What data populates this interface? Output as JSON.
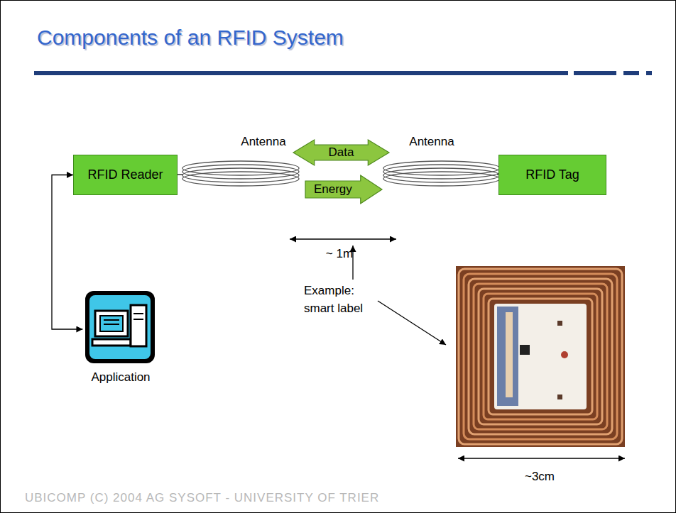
{
  "diagram": {
    "title": "Components of an RFID System",
    "nodes": [
      {
        "text": [
          "RFID Reader"
        ]
      },
      {
        "text": [
          "Data"
        ]
      },
      {
        "text": [
          "Energy"
        ]
      },
      {
        "text": [
          "RFID Tag"
        ]
      },
      {
        "text": [
          "Application"
        ]
      }
    ],
    "edges": [
      {
        "from": 0,
        "to": 4,
        "arrow": "both"
      }
    ],
    "labels": [
      "Antenna",
      "Antenna",
      "~ 1m",
      "Example: smart label",
      "~3cm",
      "UBICOMP (C) 2004 AG SYSOFT - UNIVERSITY OF TRIER"
    ]
  }
}
